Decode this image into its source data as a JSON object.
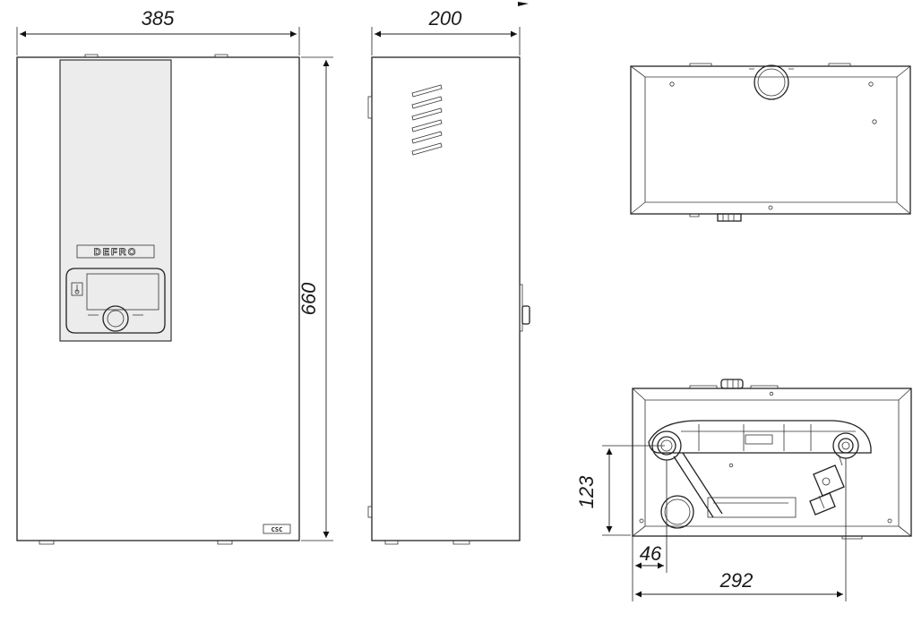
{
  "dimensions": {
    "front_width": "385",
    "front_height": "660",
    "side_depth": "200",
    "pipe_height": "123",
    "pipe_offset": "46",
    "pipe_spacing": "292"
  },
  "labels": {
    "brand": "DEFRO",
    "badge": "CSC"
  },
  "colors": {
    "line": "#222222",
    "panel_fill": "#ececec",
    "background": "#ffffff"
  }
}
